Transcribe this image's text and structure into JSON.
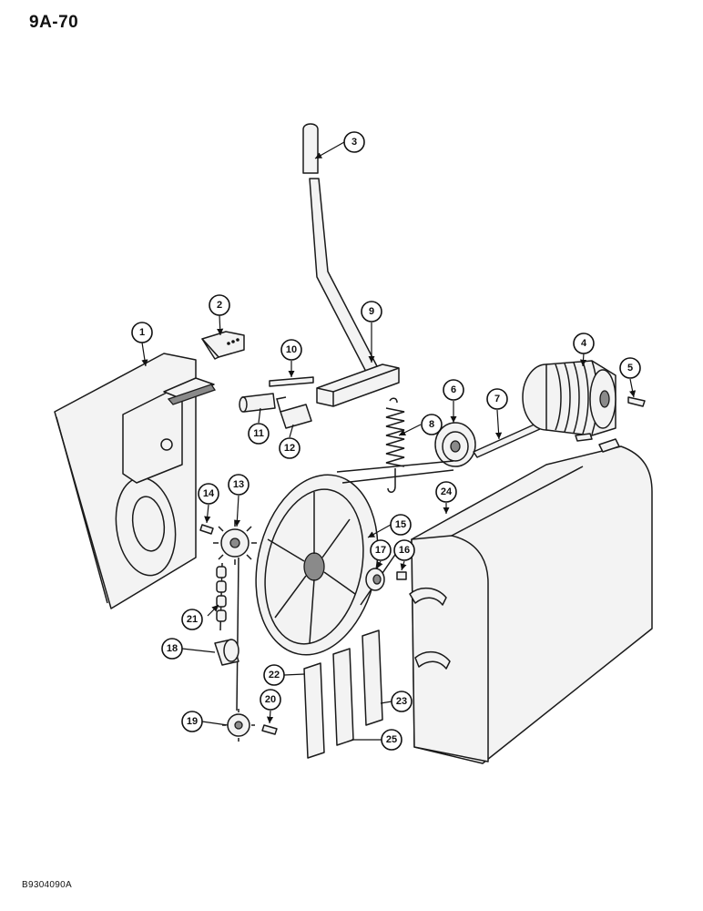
{
  "page_label": "9A-70",
  "footer_code": "B9304090A",
  "callouts": [
    "1",
    "2",
    "3",
    "4",
    "5",
    "6",
    "7",
    "8",
    "9",
    "10",
    "11",
    "12",
    "13",
    "14",
    "15",
    "16",
    "17",
    "18",
    "19",
    "20",
    "21",
    "22",
    "23",
    "24",
    "25"
  ]
}
